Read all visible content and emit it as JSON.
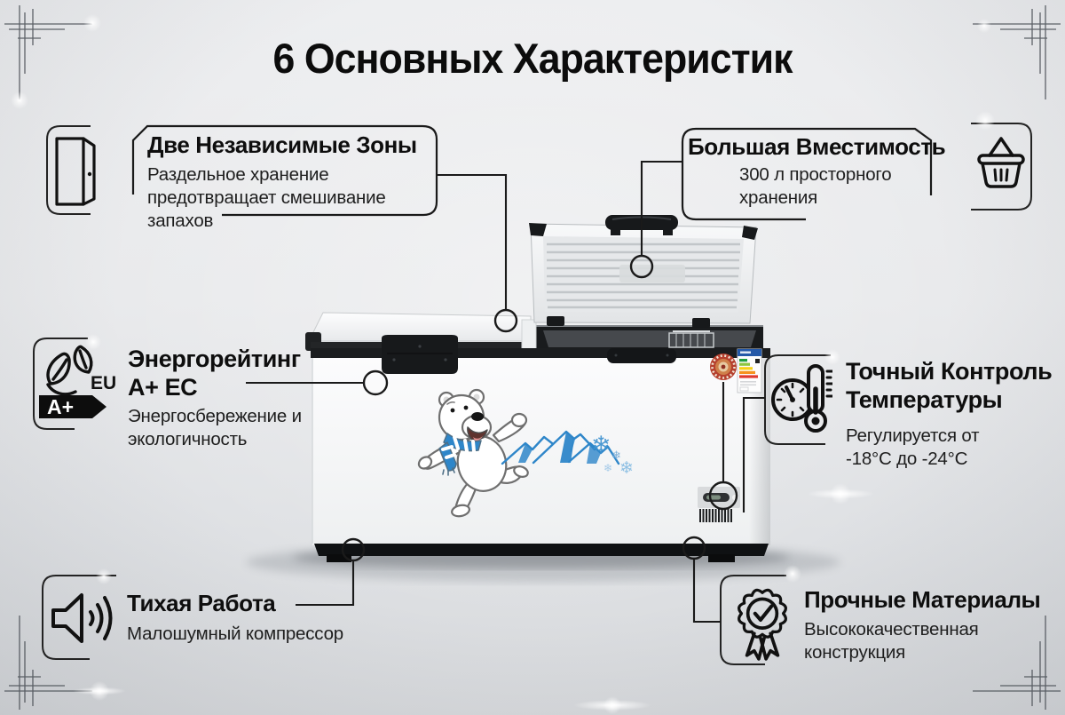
{
  "title": "6 Основных Характеристик",
  "features": {
    "zones": {
      "title": "Две Независимые Зоны",
      "desc": "Раздельное хранение предотвращает смешивание запахов",
      "icon": "open-door-icon"
    },
    "capacity": {
      "title": "Большая Вместимость",
      "desc": "300 л просторного хранения",
      "icon": "basket-icon"
    },
    "energy": {
      "title": "Энергорейтинг A+ ЕС",
      "desc": "Энергосбережение и экологичность",
      "eu": "EU",
      "badge": "A+",
      "icon": "eco-leaf-icon"
    },
    "temperature": {
      "title": "Точный Контроль Температуры",
      "desc": "Регулируется от -18°C до -24°C",
      "icon": "thermometer-gauge-icon"
    },
    "quiet": {
      "title": "Тихая Работа",
      "desc": "Малошумный компрессор",
      "icon": "speaker-icon"
    },
    "materials": {
      "title": "Прочные Материалы",
      "desc": "Высококачественная конструкция",
      "icon": "award-medal-icon"
    }
  },
  "illustration": {
    "subject": "chest-freezer-open-lid-with-polar-bear-decal",
    "decals": [
      "polar-bear-mascot",
      "blue-mountains",
      "snowflakes",
      "energy-label",
      "red-sticker"
    ]
  },
  "colors": {
    "accent_blue": "#2e86c9",
    "snowflake_blue": "#8fc0e4",
    "line": "#1a1a1a",
    "background": "#e9eaec",
    "sticker_red": "#b5402e",
    "label_header_blue": "#2559a8"
  }
}
